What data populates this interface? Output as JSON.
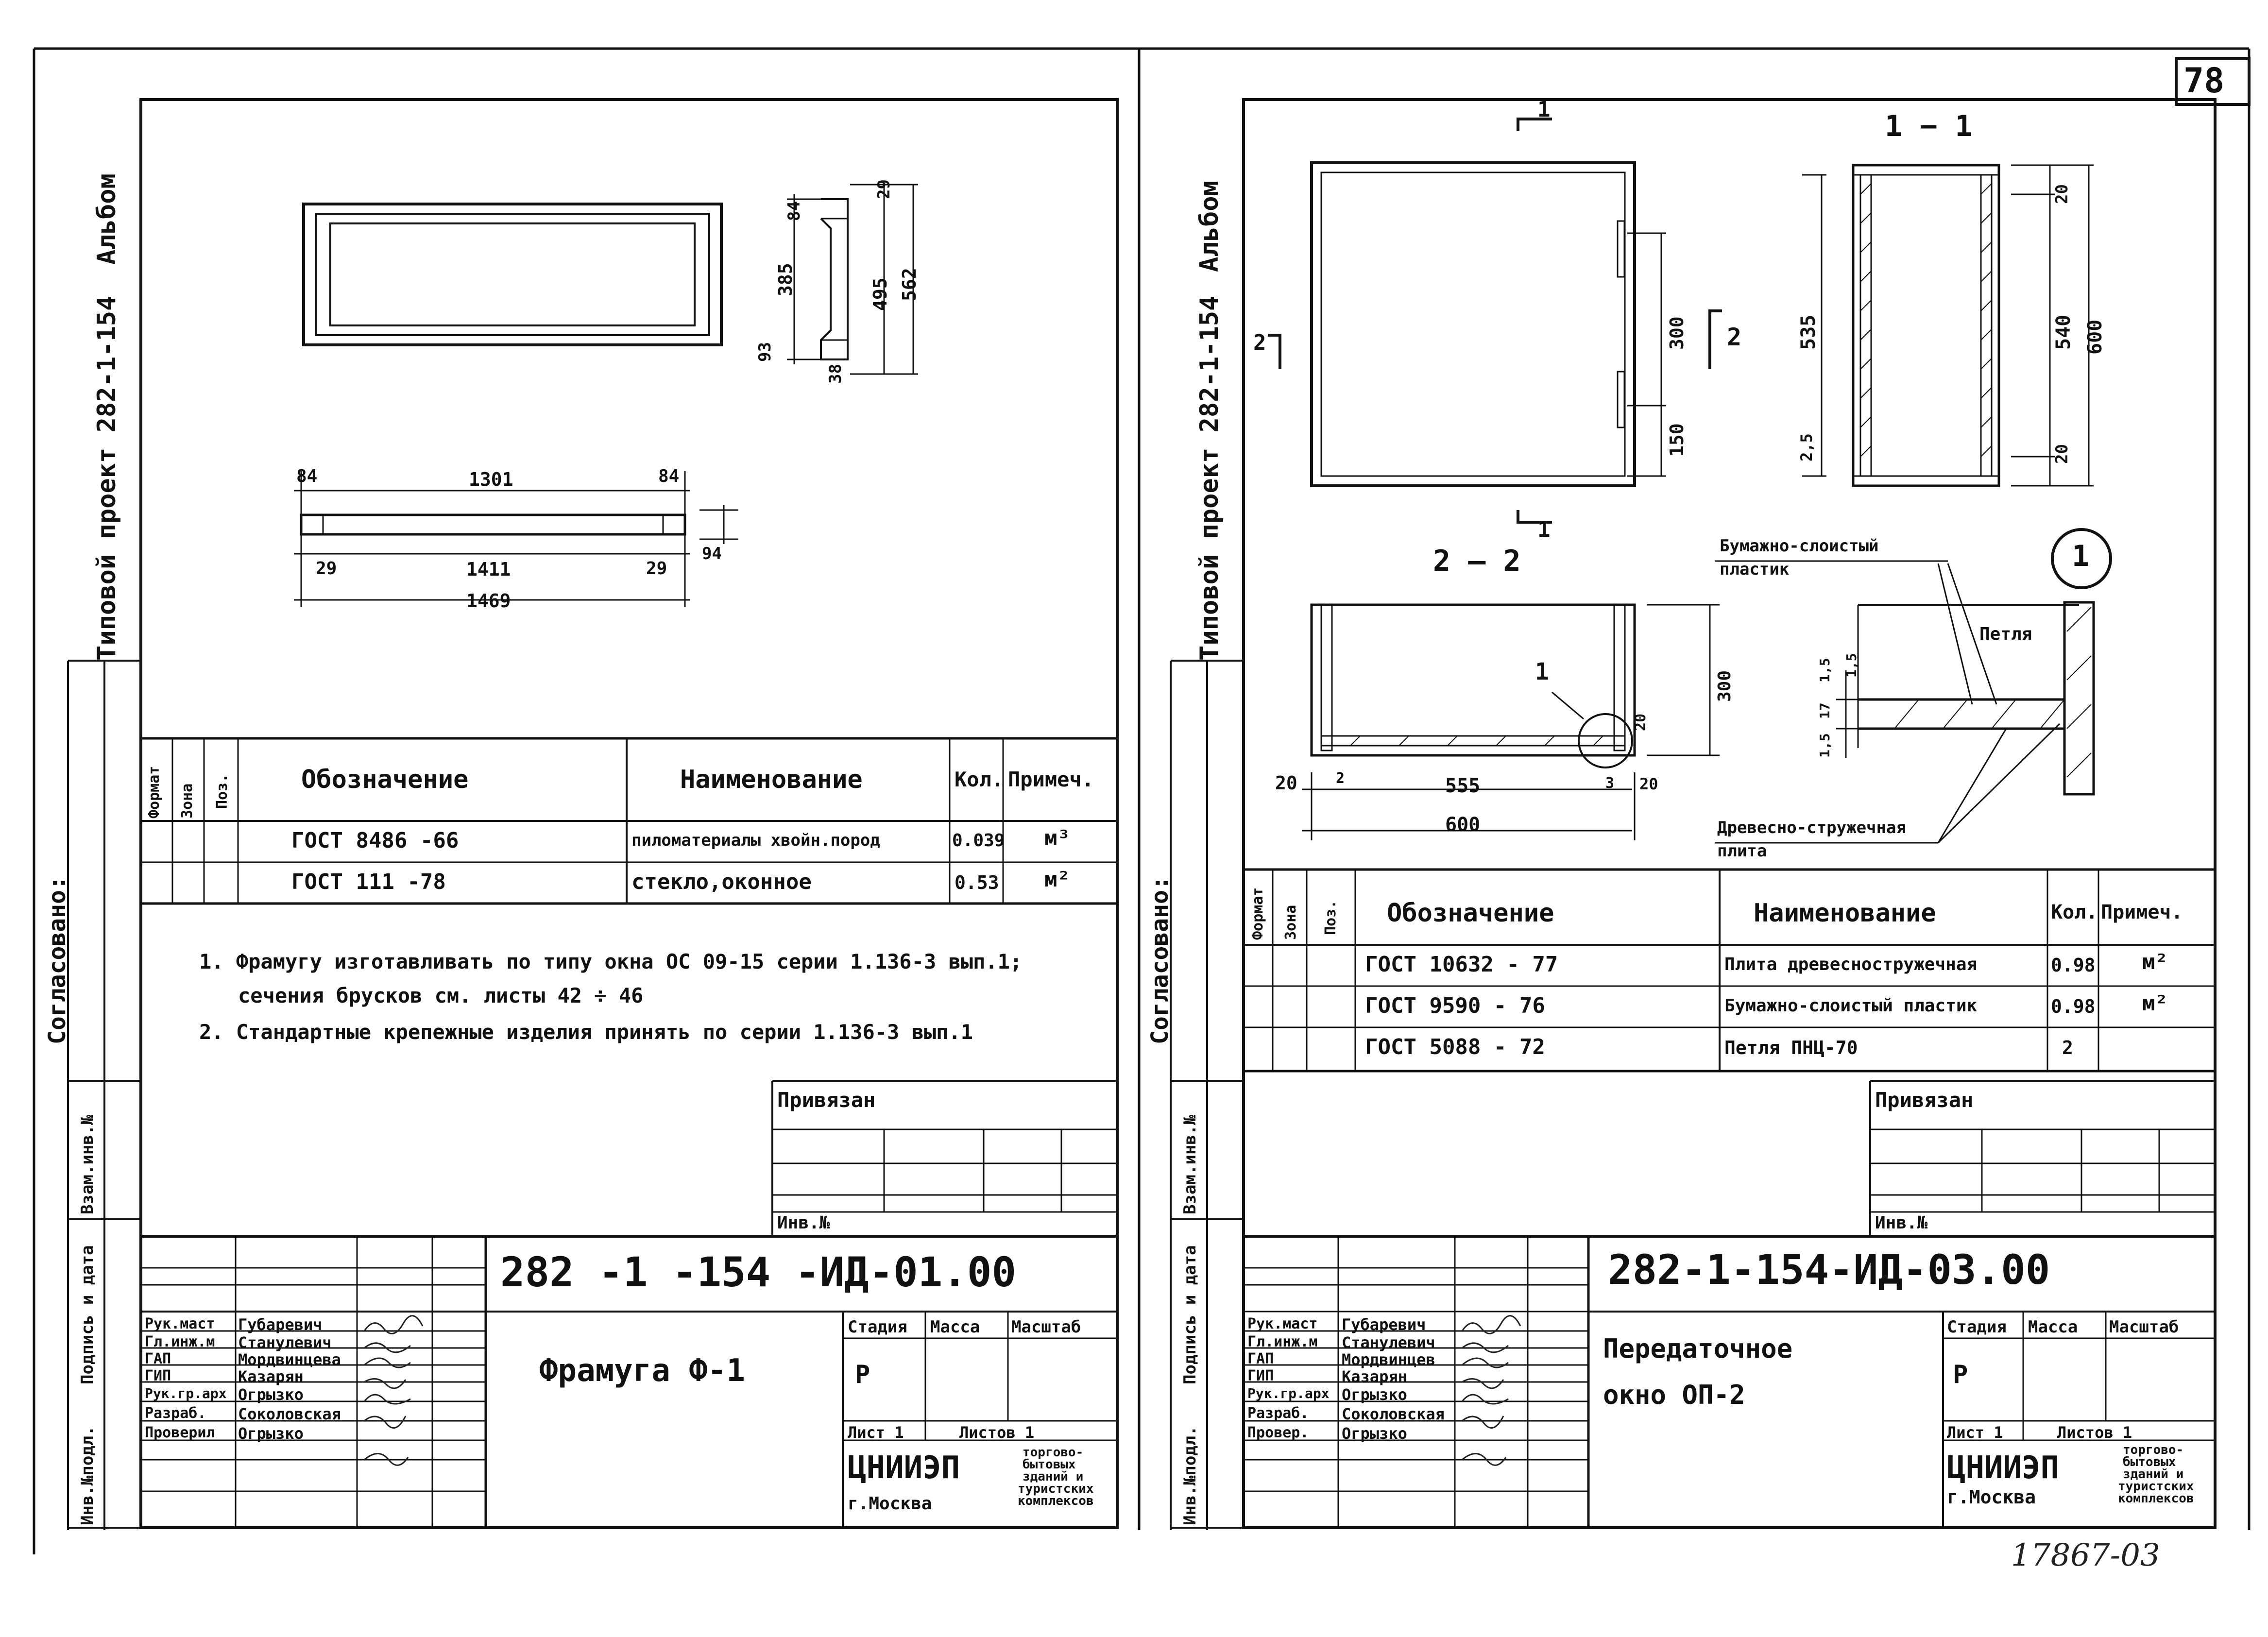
{
  "page_number": "78",
  "footer_number": "17867-03",
  "left": {
    "side_title": "Типовой проект 282-1-154",
    "side_album": "Альбом",
    "side_agreed": "Согласовано:",
    "side_inv_vzam": "Взам.инв.№",
    "side_podpis": "Подпись и дата",
    "side_inv_podl": "Инв.№подл.",
    "dims": {
      "d84a": "84",
      "d1301": "1301",
      "d84b": "84",
      "d29a": "29",
      "d1411": "1411",
      "d29b": "29",
      "d94": "94",
      "d1469": "1469",
      "s29": "29",
      "s84": "84",
      "s385": "385",
      "s495": "495",
      "s562": "562",
      "s93": "93",
      "s38": "38"
    },
    "spec": {
      "headers": [
        "Формат",
        "Зона",
        "Поз.",
        "Обозначение",
        "Наименование",
        "Кол.",
        "Примеч."
      ],
      "rows": [
        {
          "designation": "ГОСТ 8486 -66",
          "name": "пиломатериалы хвойн.пород",
          "qty": "0.039",
          "note": "м³"
        },
        {
          "designation": "ГОСТ 111 -78",
          "name": "стекло,оконное",
          "qty": "0.53",
          "note": "м²"
        }
      ]
    },
    "notes": [
      "1. Фрамугу изготавливать по типу окна ОС 09-15 серии 1.136-3 вып.1;",
      "сечения брусков см. листы 42 ÷ 46",
      "2. Стандартные крепежные изделия принять по серии 1.136-3 вып.1"
    ],
    "privyazan": "Привязан",
    "inv_no": "Инв.№",
    "code": "282 -1 -154 -ИД-01.00",
    "title": "Фрамуга Ф-1",
    "stamp_roles": [
      "Рук.маст",
      "Гл.инж.м",
      "ГАП",
      "ГИП",
      "Рук.гр.арх",
      "Разраб.",
      "Проверил"
    ],
    "stamp_names": [
      "Губаревич",
      "Станулевич",
      "Мордвинцева",
      "Казарян",
      "Огрызко",
      "Соколовская",
      "Огрызко"
    ],
    "stadia": "Стадия",
    "massa": "Масса",
    "masshtab": "Масштаб",
    "stage_value": "Р",
    "list": "Лист 1",
    "listov": "Листов 1",
    "org": "ЦНИИЭП",
    "city": "г.Москва",
    "org_desc": [
      "торгово-",
      "бытовых",
      "зданий и",
      "туристских",
      "комплексов"
    ]
  },
  "right": {
    "side_title": "Типовой проект 282-1-154",
    "side_album": "Альбом",
    "side_agreed": "Согласовано:",
    "side_inv_vzam": "Взам.инв.№",
    "side_podpis": "Подпись и дата",
    "side_inv_podl": "Инв.№подл.",
    "cut1": "1",
    "cut2": "2",
    "sec11": "1 − 1",
    "sec22": "2 — 2",
    "callout": "1",
    "callout_detail": "1",
    "dims": {
      "d300": "300",
      "d150": "150",
      "d535": "535",
      "d25": "2,5",
      "d540": "540",
      "d600v": "600",
      "d20a": "20",
      "d20b": "20",
      "d300b": "300",
      "d20c": "20",
      "d2": "2",
      "d555": "555",
      "d3": "3",
      "d20d": "20",
      "d20e": "20",
      "d600": "600",
      "d15a": "1,5",
      "d17": "17",
      "d15b": "1,5",
      "d15c": "1,5"
    },
    "labels": {
      "plastic": "Бумажно-слоистый пластик",
      "loop": "Петля",
      "board": "Древесно-стружечная плита"
    },
    "spec": {
      "headers": [
        "Формат",
        "Зона",
        "Поз.",
        "Обозначение",
        "Наименование",
        "Кол.",
        "Примеч."
      ],
      "rows": [
        {
          "designation": "ГОСТ 10632 - 77",
          "name": "Плита древесностружечная",
          "qty": "0.98",
          "note": "м²"
        },
        {
          "designation": "ГОСТ 9590 - 76",
          "name": "Бумажно-слоистый пластик",
          "qty": "0.98",
          "note": "м²"
        },
        {
          "designation": "ГОСТ 5088 - 72",
          "name": "Петля ПНЦ-70",
          "qty": "2",
          "note": ""
        }
      ]
    },
    "privyazan": "Привязан",
    "inv_no": "Инв.№",
    "code": "282-1-154-ИД-03.00",
    "title_line1": "Передаточное",
    "title_line2": "окно ОП-2",
    "stamp_roles": [
      "Рук.маст",
      "Гл.инж.м",
      "ГАП",
      "ГИП",
      "Рук.гр.арх",
      "Разраб.",
      "Провер."
    ],
    "stamp_names": [
      "Губаревич",
      "Станулевич",
      "Мордвинцев",
      "Казарян",
      "Огрызко",
      "Соколовская",
      "Огрызко"
    ],
    "stadia": "Стадия",
    "massa": "Масса",
    "masshtab": "Масштаб",
    "stage_value": "Р",
    "list": "Лист 1",
    "listov": "Листов 1",
    "org": "ЦНИИЭП",
    "city": "г.Москва",
    "org_desc": [
      "торгово-",
      "бытовых",
      "зданий и",
      "туристских",
      "комплексов"
    ]
  }
}
